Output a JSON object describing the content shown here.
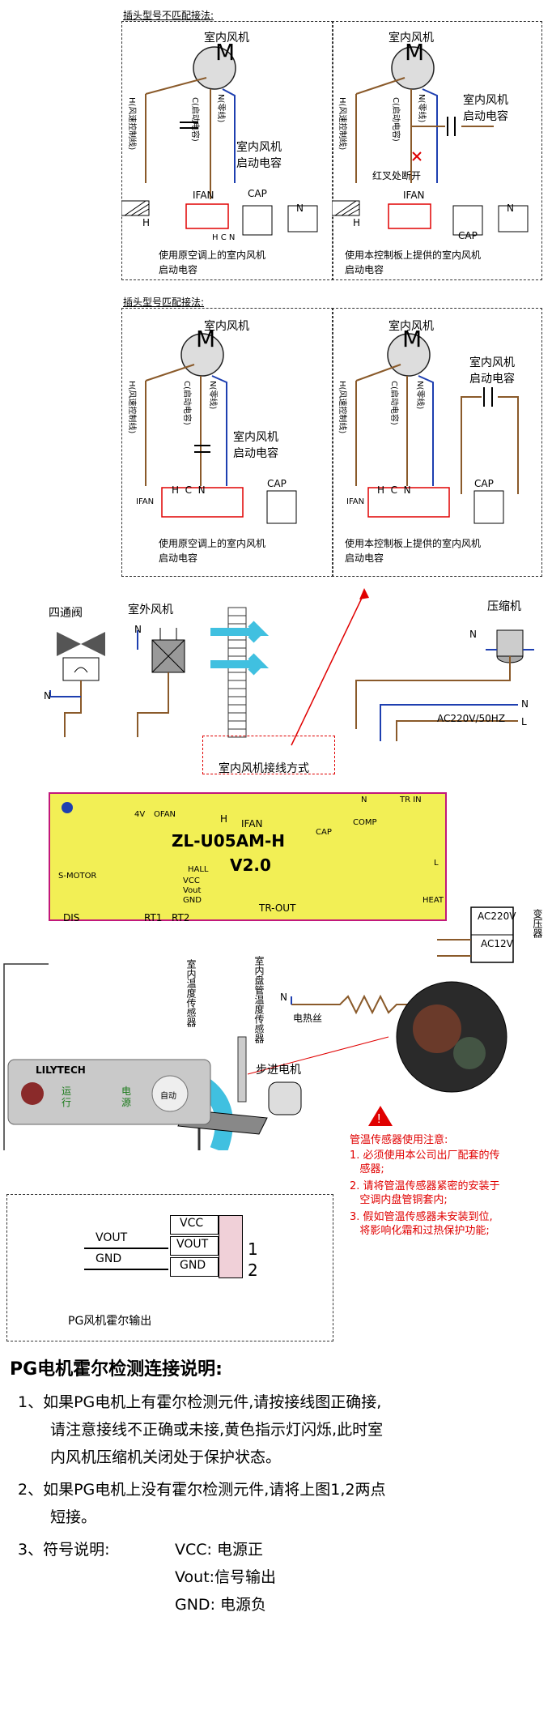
{
  "top_section": {
    "title": "插头型号不匹配接法:",
    "left_panel": {
      "fan_label": "室内风机",
      "motor_symbol": "M",
      "wire_h": "H(风速控制线)",
      "wire_c": "C(启动电容)",
      "wire_n": "N(零线)",
      "cap_label": "室内风机\n启动电容",
      "ifan": "IFAN",
      "cap": "CAP",
      "h": "H",
      "n": "N",
      "terms": "H C N",
      "caption": "使用原空调上的室内风机\n启动电容"
    },
    "right_panel": {
      "fan_label": "室内风机",
      "motor_symbol": "M",
      "wire_h": "H(风速控制线)",
      "wire_c": "C(启动电容)",
      "wire_n": "N(零线)",
      "cap_label": "室内风机\n启动电容",
      "cross_note": "红叉处断开",
      "ifan": "IFAN",
      "cap": "CAP",
      "h": "H",
      "n": "N",
      "caption": "使用本控制板上提供的室内风机\n启动电容"
    }
  },
  "mid_section": {
    "title": "插头型号匹配接法:",
    "left_panel": {
      "fan_label": "室内风机",
      "motor_symbol": "M",
      "wire_h": "H(风速控制线)",
      "wire_c": "C(启动电容)",
      "wire_n": "N(零线)",
      "cap_label": "室内风机\n启动电容",
      "ifan": "IFAN",
      "cap": "CAP",
      "terms": "H  C  N",
      "caption": "使用原空调上的室内风机\n启动电容"
    },
    "right_panel": {
      "fan_label": "室内风机",
      "motor_symbol": "M",
      "wire_h": "H(风速控制线)",
      "wire_c": "C(启动电容)",
      "wire_n": "N(零线)",
      "cap_label": "室内风机\n启动电容",
      "ifan": "IFAN",
      "cap": "CAP",
      "terms": "H  C  N",
      "caption": "使用本控制板上提供的室内风机\n启动电容"
    }
  },
  "main_diagram": {
    "valve_label": "四通阀",
    "outdoor_fan_label": "室外风机",
    "compressor_label": "压缩机",
    "n1": "N",
    "n2": "N",
    "n3": "N",
    "n_power": "N",
    "l_power": "L",
    "power_label": "AC220V/50HZ",
    "fan_wiring_label": "室内风机接线方式",
    "board_model": "ZL-U05AM-H",
    "board_version": "V2.0",
    "board_h": "H",
    "board_ifan": "IFAN",
    "board_cap": "CAP",
    "board_4v": "4V",
    "board_ofan": "OFAN",
    "board_n": "N",
    "board_comp": "COMP",
    "board_tr_in": "TR IN",
    "board_hall": "HALL",
    "board_vcc": "VCC",
    "board_vout": "Vout",
    "board_gnd": "GND",
    "board_smotor": "S-MOTOR",
    "board_dis": "DIS",
    "board_rt1": "RT1",
    "board_rt2": "RT2",
    "board_tr_out": "TR-OUT",
    "board_heat": "HEAT",
    "board_l": "L",
    "transformer_in": "AC220V",
    "transformer_out": "AC12V",
    "transformer_label": "变压器",
    "heater_n": "N",
    "heater_label": "电热丝",
    "sensor1_label": "室内温度传感器",
    "sensor2_label": "室内盘管温度传感器",
    "display_brand": "LILYTECH",
    "display_run": "运\n行",
    "display_power": "电\n源",
    "display_auto": "自动",
    "stepper_label": "步进电机",
    "warning_title": "管温传感器使用注意:",
    "warning_1": "1. 必须使用本公司出厂配套的传\n   感器;",
    "warning_2": "2. 请将管温传感器紧密的安装于\n   空调内盘管铜套内;",
    "warning_3": "3. 假如管温传感器未安装到位,\n   将影响化霜和过热保护功能;"
  },
  "pg_box": {
    "vcc": "VCC",
    "vout_left": "VOUT",
    "gnd_left": "GND",
    "vout": "VOUT",
    "gnd": "GND",
    "n1": "1",
    "n2": "2",
    "caption": "PG风机霍尔输出"
  },
  "bottom_notes": {
    "title": "PG电机霍尔检测连接说明:",
    "line1a": "1、如果PG电机上有霍尔检测元件,请按接线图正确接,",
    "line1b": "请注意接线不正确或未接,黄色指示灯闪烁,此时室",
    "line1c": "内风机压缩机关闭处于保护状态。",
    "line2a": "2、如果PG电机上没有霍尔检测元件,请将上图1,2两点",
    "line2b": "短接。",
    "line3": "3、符号说明:",
    "vcc_def": "VCC: 电源正",
    "vout_def": "Vout:信号输出",
    "gnd_def": "GND: 电源负"
  }
}
